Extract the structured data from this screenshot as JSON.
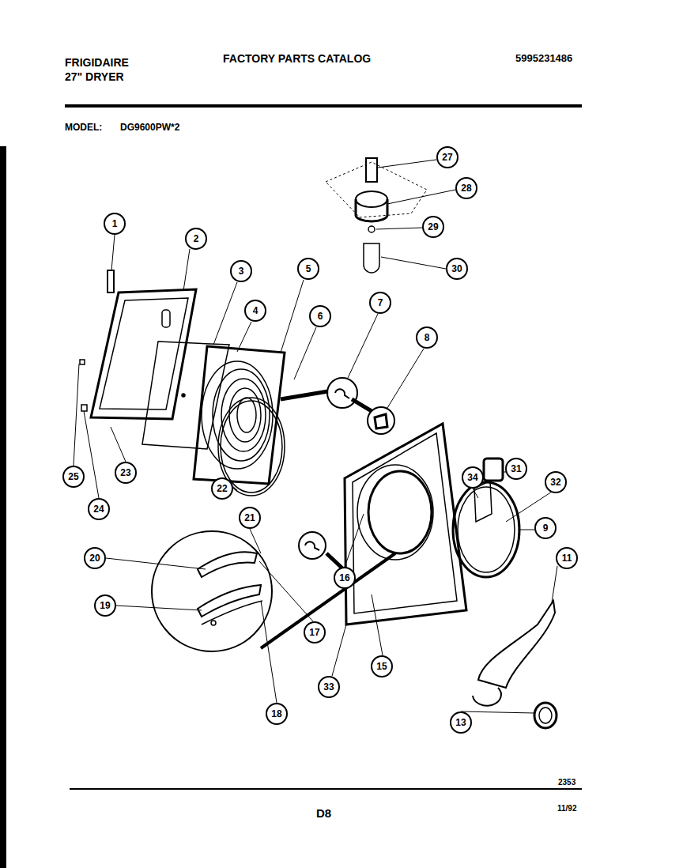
{
  "diagram": {
    "title": "FACTORY PARTS CATALOG",
    "nodes": [
      {
        "text": [
          "27"
        ]
      },
      {
        "text": [
          "28"
        ]
      },
      {
        "text": [
          "29"
        ]
      },
      {
        "text": [
          "1"
        ]
      },
      {
        "text": [
          "2"
        ]
      },
      {
        "text": [
          "5"
        ]
      },
      {
        "text": [
          "3"
        ]
      },
      {
        "text": [
          "30"
        ]
      },
      {
        "text": [
          "7"
        ]
      },
      {
        "text": [
          "4"
        ]
      },
      {
        "text": [
          "6"
        ]
      },
      {
        "text": [
          "8"
        ]
      },
      {
        "text": [
          "31"
        ]
      },
      {
        "text": [
          "34"
        ]
      },
      {
        "text": [
          "32"
        ]
      },
      {
        "text": [
          "23"
        ]
      },
      {
        "text": [
          "25"
        ]
      },
      {
        "text": [
          "22"
        ]
      },
      {
        "text": [
          "24"
        ]
      },
      {
        "text": [
          "21"
        ]
      },
      {
        "text": [
          "9"
        ]
      },
      {
        "text": [
          "20"
        ]
      },
      {
        "text": [
          "11"
        ]
      },
      {
        "text": [
          "16"
        ]
      },
      {
        "text": [
          "19"
        ]
      },
      {
        "text": [
          "17"
        ]
      },
      {
        "text": [
          "15"
        ]
      },
      {
        "text": [
          "33"
        ]
      },
      {
        "text": [
          "18"
        ]
      },
      {
        "text": [
          "13"
        ]
      }
    ],
    "labels": [
      "FRIGIDAIRE",
      "27\" DRYER",
      "5995231486",
      "MODEL:",
      "DG9600PW*2",
      "2353",
      "D8",
      "11/92"
    ]
  }
}
